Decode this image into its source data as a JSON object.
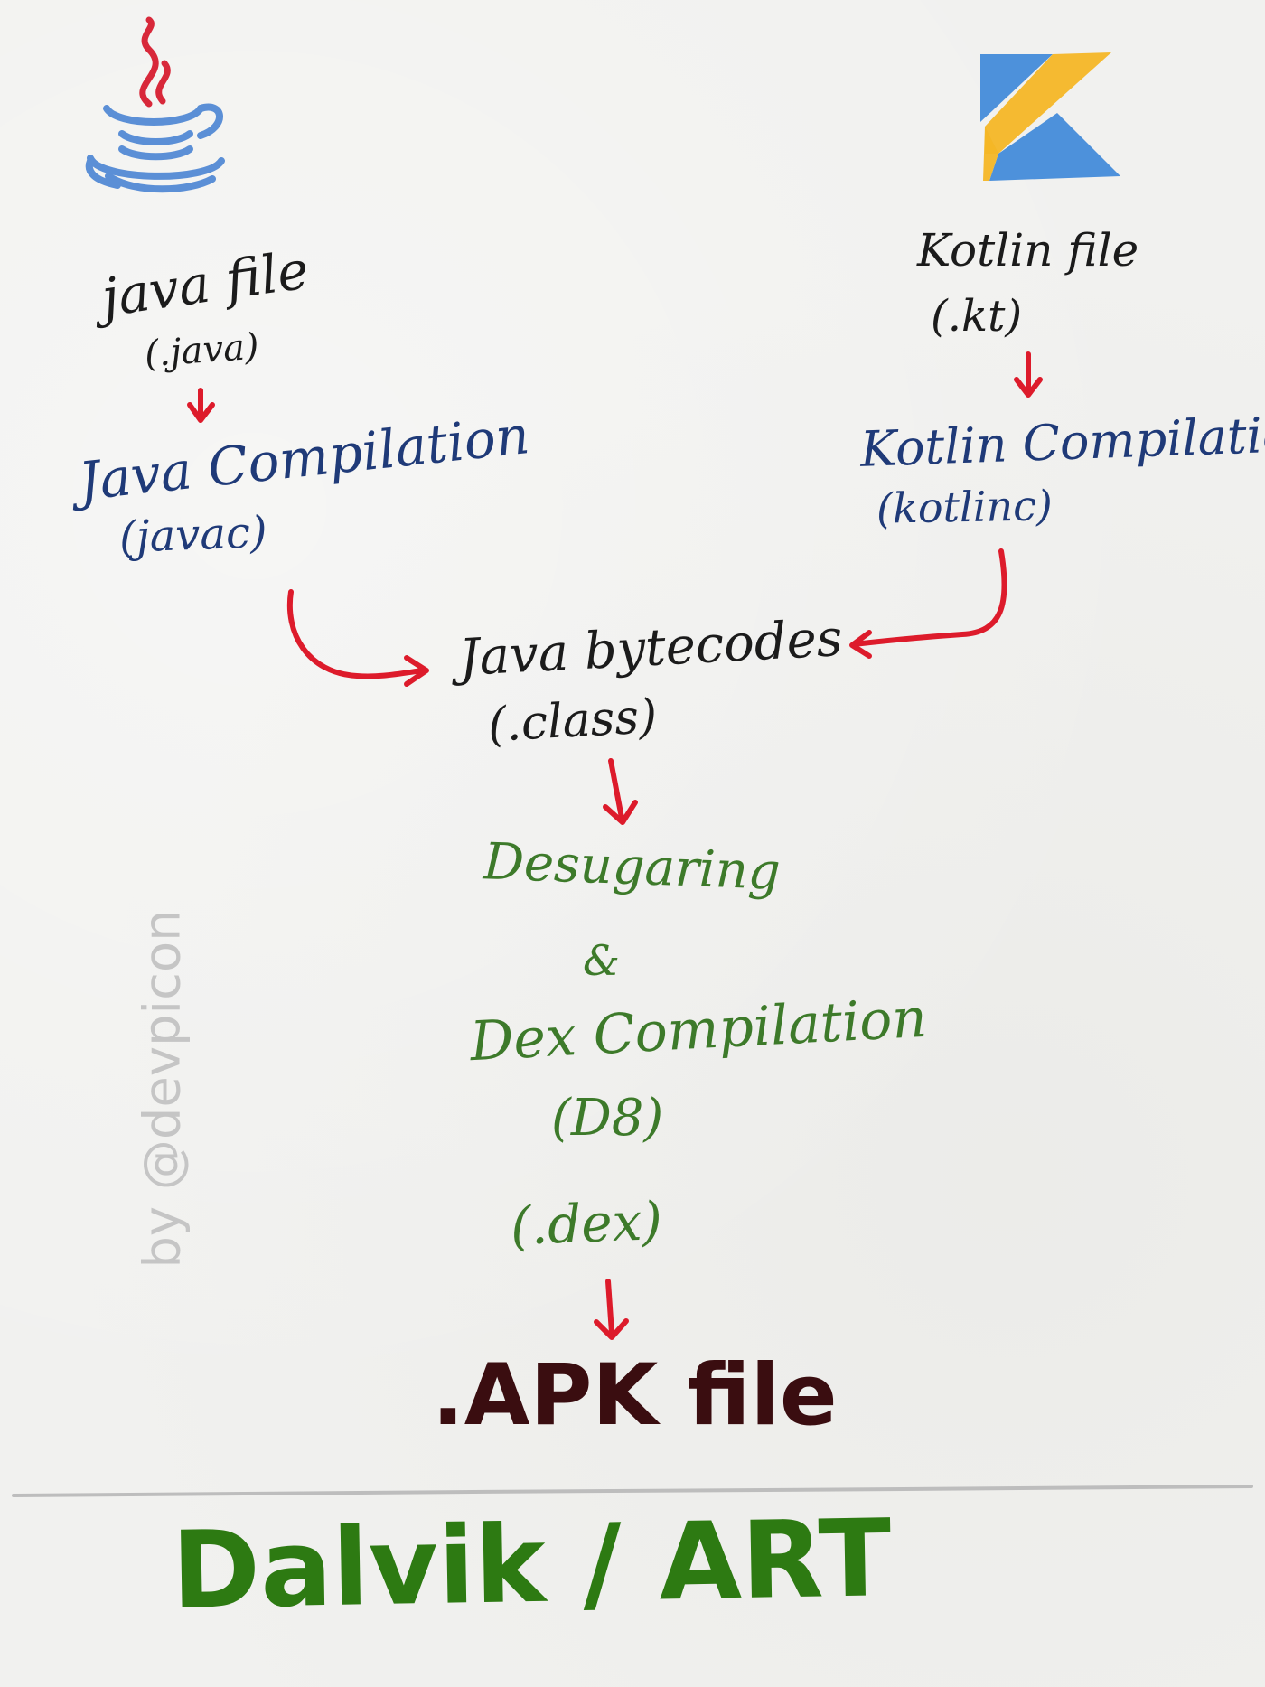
{
  "java": {
    "file_label": "java file",
    "ext_label": "(.java)",
    "compile_label": "Java Compilation",
    "compiler_label": "(javac)"
  },
  "kotlin": {
    "file_label": "Kotlin file",
    "ext_label": "(.kt)",
    "compile_label": "Kotlin Compilation",
    "compiler_label": "(kotlinc)"
  },
  "bytecode": {
    "label": "Java bytecodes",
    "ext_label": "(.class)"
  },
  "dex": {
    "desugar_label": "Desugaring",
    "and_label": "&",
    "compile_label": "Dex Compilation",
    "tool_label": "(D8)",
    "ext_label": "(.dex)"
  },
  "apk": {
    "label": ".APK file"
  },
  "runtime": {
    "label": "Dalvik / ART"
  },
  "watermark": {
    "label": "by @devpicon"
  },
  "colors": {
    "arrow": "#dd1b2b",
    "java_blue": "#5b8fd6",
    "java_red": "#d8283a",
    "kotlin_blue": "#3b86d8",
    "kotlin_yellow": "#f4b626",
    "compile_text": "#1f3a78",
    "dex_text": "#3d7a2a",
    "apk_text": "#3a0d10",
    "runtime_text": "#2d7a12"
  },
  "icons": {
    "java": "java-coffee-cup-icon",
    "kotlin": "kotlin-logo-icon"
  }
}
